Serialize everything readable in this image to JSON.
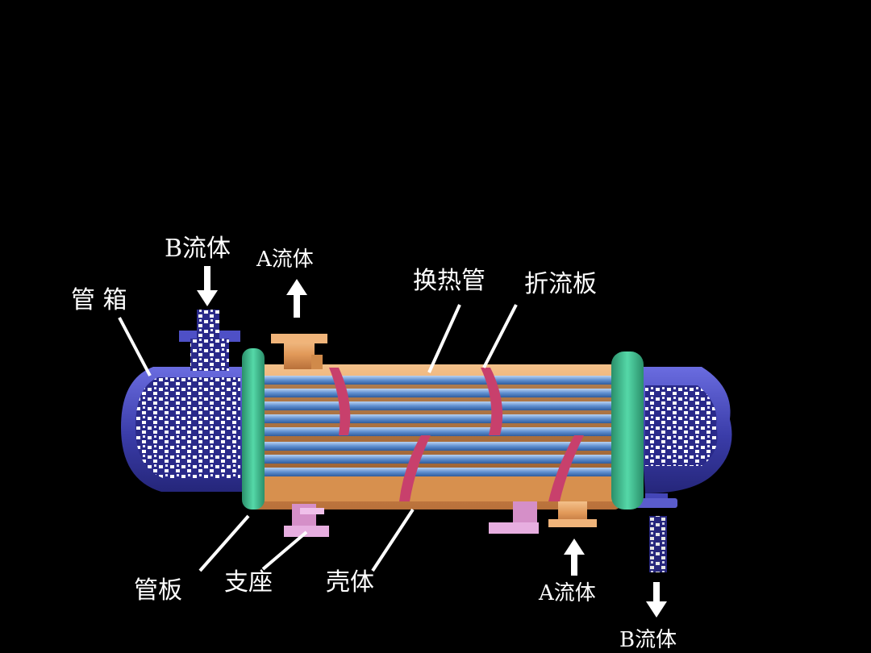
{
  "labels": {
    "tube_box": "管 箱",
    "b_fluid_in": "B流体",
    "a_fluid_out": "A流体",
    "heat_tube": "换热管",
    "baffle": "折流板",
    "tube_sheet": "管板",
    "support": "支座",
    "shell": "壳体",
    "a_fluid_in": "A流体",
    "b_fluid_out": "B流体"
  },
  "colors": {
    "background": "#000000",
    "shell": "#e8a66a",
    "tube": "#5f8fd0",
    "baffle": "#d0507a",
    "tube_sheet": "#3cbf8f",
    "head": "#4446b8",
    "support": "#e0a0d8",
    "label": "#ffffff"
  }
}
